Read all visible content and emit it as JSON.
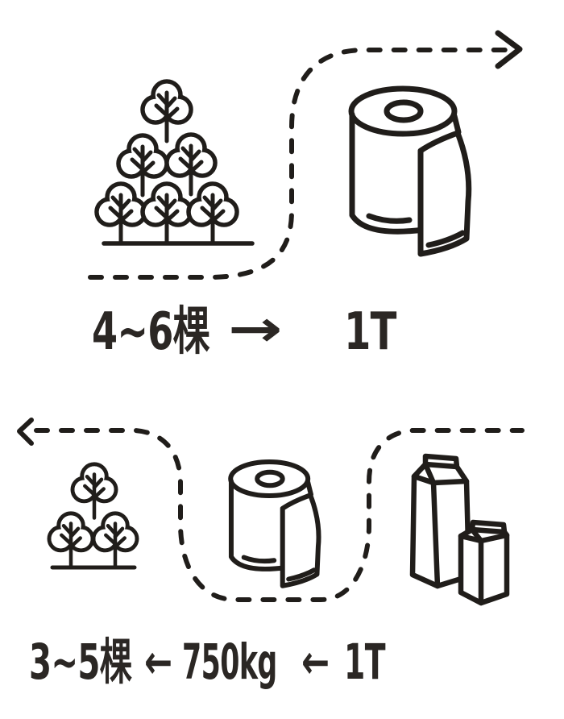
{
  "colors": {
    "ink": "#201d1a",
    "text": "#2b2724",
    "background": "#ffffff"
  },
  "top_flow": {
    "description_icons": {
      "source": "forest-six-trees-icon",
      "path": "dashed-arrow-right",
      "target": "paper-roll-icon"
    },
    "label": {
      "source": "4~6棵",
      "arrow": "→",
      "target": "1T"
    }
  },
  "bottom_flow": {
    "description_icons": {
      "source": "milk-cartons-icon",
      "middle": "paper-roll-icon",
      "path": "dashed-arrow-left",
      "target": "three-trees-icon"
    },
    "label": {
      "target": "3~5棵",
      "arrow1": "←",
      "middle": "750kg",
      "arrow2": "←",
      "source": "1T"
    }
  }
}
